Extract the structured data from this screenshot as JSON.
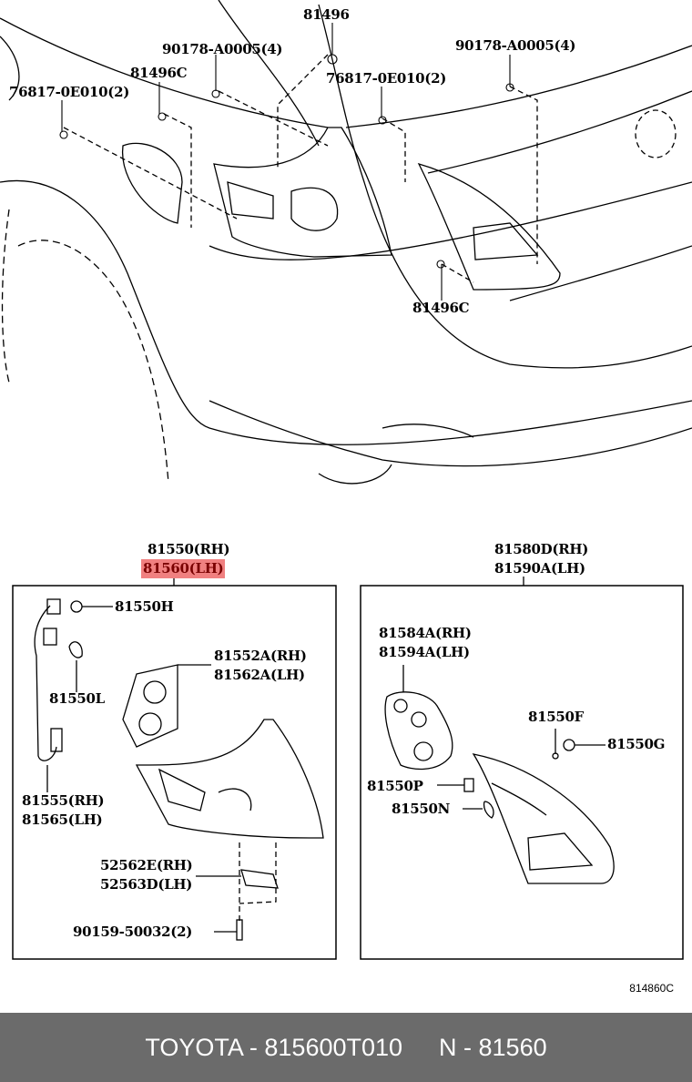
{
  "diagram": {
    "top_labels": [
      "81496",
      "90178-A0005(4)",
      "90178-A0005(4)",
      "81496C",
      "76817-0E010(2)",
      "76817-0E010(2)",
      "81496C"
    ],
    "left_box": {
      "title_rh": "81550(RH)",
      "title_lh": "81560(LH)",
      "parts": [
        "81550H",
        "81550L",
        "81552A(RH)",
        "81562A(LH)",
        "81555(RH)",
        "81565(LH)",
        "52562E(RH)",
        "52563D(LH)",
        "90159-50032(2)"
      ]
    },
    "right_box": {
      "title_rh": "81580D(RH)",
      "title_lh": "81590A(LH)",
      "parts": [
        "81584A(RH)",
        "81594A(LH)",
        "81550F",
        "81550G",
        "81550P",
        "81550N"
      ]
    },
    "illustration_code": "814860C",
    "highlight_color": "#f08080"
  },
  "footer": {
    "part_number": "TOYOTA - 815600T010",
    "ref": "N - 81560"
  }
}
